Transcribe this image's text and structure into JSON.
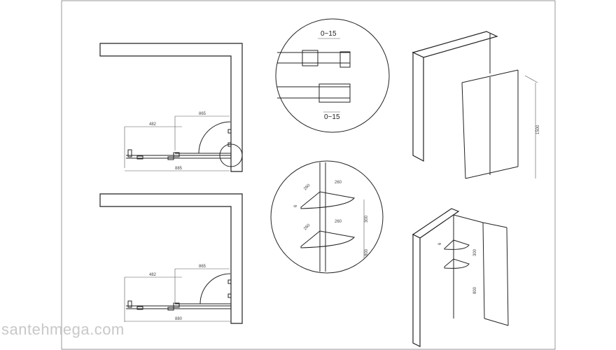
{
  "watermark": "santehmega.com",
  "plan_top": {
    "door_width": "865",
    "panel_width": "482",
    "total_width": "885"
  },
  "plan_bottom": {
    "door_width": "865",
    "panel_width": "482",
    "total_width": "880"
  },
  "detail_gap": {
    "gap_top": "0~15",
    "gap_bottom": "0~15"
  },
  "detail_shelf": {
    "depth_1": "260",
    "width_1": "260",
    "depth_2": "260",
    "width_2": "260",
    "spacing": "300",
    "height": "800",
    "thickness": "6"
  },
  "iso_door": {
    "height": "1500"
  },
  "iso_shelf": {
    "thickness": "6",
    "spacing": "300",
    "height": "800"
  }
}
